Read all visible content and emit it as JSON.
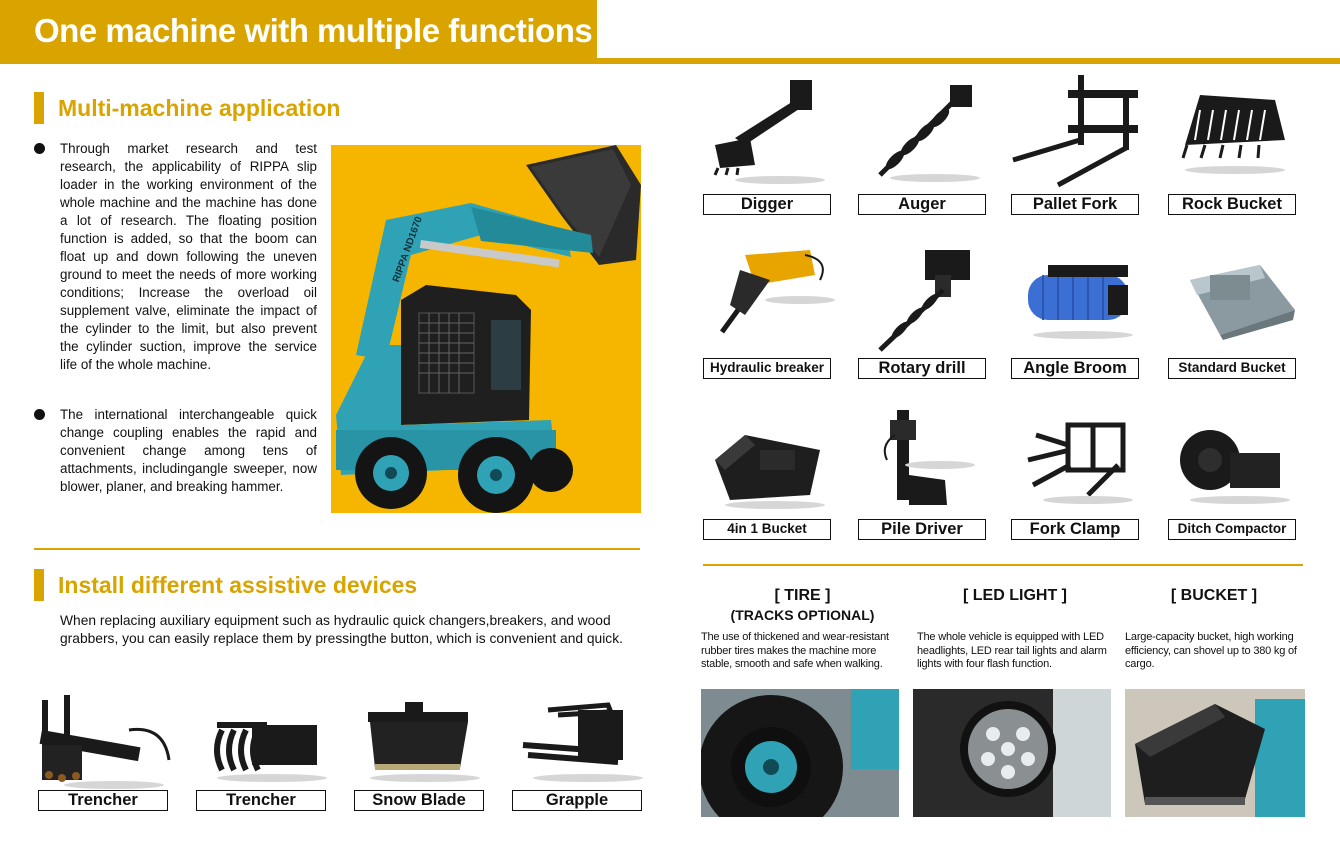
{
  "header": {
    "title": "One machine with multiple functions"
  },
  "section1": {
    "title": "Multi-machine application",
    "bullets": [
      "Through market research and test research, the applicability of RIPPA slip loader in the working environment of the whole machine and the machine has done a lot of research. The floating position function is added, so that the boom can float up and down following the uneven ground to meet the needs of more working conditions; Increase the overload oil supplement valve, eliminate the impact of the cylinder to the limit, but also prevent the cylinder suction, improve the service life of the whole machine.",
      "The international interchangeable quick change coupling enables the rapid and convenient change among tens of attachments, includingangle sweeper, now blower, planer, and breaking hammer."
    ],
    "machine_label": "RIPPA ND1670"
  },
  "section2": {
    "title": "Install different assistive devices",
    "paragraph": "When replacing auxiliary equipment such as hydraulic quick changers,breakers, and wood grabbers, you can easily replace them by pressingthe button, which is convenient and quick.",
    "attachments": [
      "Trencher",
      "Trencher",
      "Snow Blade",
      "Grapple"
    ]
  },
  "attachments_grid": {
    "row1": [
      "Digger",
      "Auger",
      "Pallet Fork",
      "Rock Bucket"
    ],
    "row2": [
      "Hydraulic breaker",
      "Rotary drill",
      "Angle Broom",
      "Standard Bucket"
    ],
    "row3": [
      "4in 1 Bucket",
      "Pile Driver",
      "Fork Clamp",
      "Ditch Compactor"
    ]
  },
  "features": [
    {
      "title": "[ TIRE ]",
      "subtitle": "(TRACKS OPTIONAL)",
      "description": "The use of thickened and wear-resistant rubber tires makes the machine more stable, smooth and safe when walking."
    },
    {
      "title": "[ LED LIGHT ]",
      "subtitle": "",
      "description": "The whole vehicle is equipped with LED headlights, LED rear tail lights and alarm lights with four flash function."
    },
    {
      "title": "[ BUCKET ]",
      "subtitle": "",
      "description": "Large-capacity bucket, high working efficiency, can shovel up to 380 kg of cargo."
    }
  ],
  "colors": {
    "accent": "#d9a400",
    "hero_bg": "#f6b600",
    "machine": "#2fa3b5"
  }
}
